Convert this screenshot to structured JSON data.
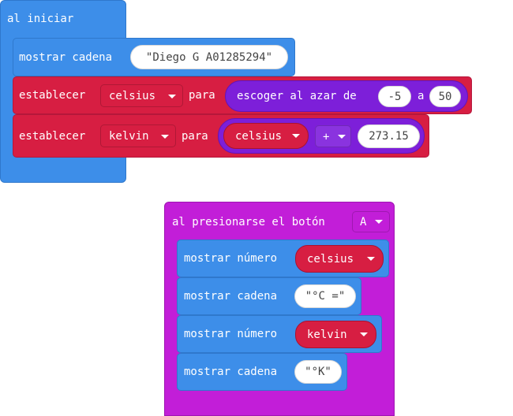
{
  "on_start": {
    "hat_label": "al iniciar",
    "show_string_label": "mostrar cadena",
    "show_string_value": "\"Diego G A01285294\"",
    "set1": {
      "label": "establecer",
      "variable": "celsius",
      "to_label": "para",
      "random_label": "escoger al azar de",
      "random_min": "-5",
      "random_to": "a",
      "random_max": "50"
    },
    "set2": {
      "label": "establecer",
      "variable": "kelvin",
      "to_label": "para",
      "operand_var": "celsius",
      "operator": "+",
      "operand_value": "273.15"
    }
  },
  "on_button": {
    "hat_label": "al presionarse el botón",
    "button": "A",
    "stmts": [
      {
        "label": "mostrar número",
        "var": "celsius"
      },
      {
        "label": "mostrar cadena",
        "string": "\"°C =\""
      },
      {
        "label": "mostrar número",
        "var": "kelvin"
      },
      {
        "label": "mostrar cadena",
        "string": "\"°K\""
      }
    ]
  },
  "colors": {
    "basic": "#3d8ee9",
    "variables": "#d71e42",
    "math": "#7d1fd9",
    "input": "#c21ed8"
  }
}
